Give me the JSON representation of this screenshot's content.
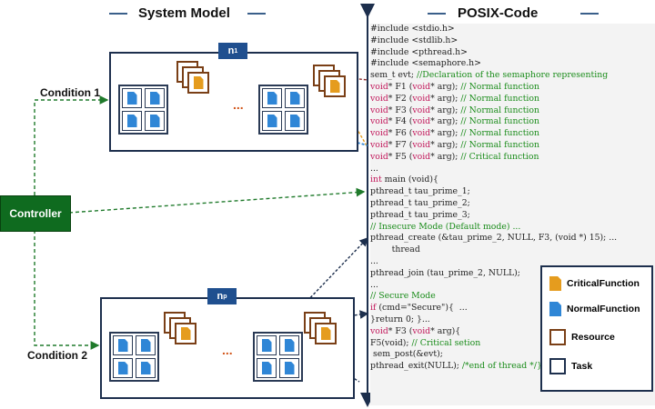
{
  "headers": {
    "system_model": "System Model",
    "posix_code": "POSIX-Code"
  },
  "conditions": {
    "c1": "Condition 1",
    "c2": "Condition 2"
  },
  "controller": "Controller",
  "nodes": [
    {
      "main": "n",
      "sub": "1"
    },
    {
      "main": "n",
      "sub": "p"
    }
  ],
  "ellipsis": "...",
  "code_lines": [
    {
      "kind": "plain",
      "text": "#include <stdio.h>"
    },
    {
      "kind": "plain",
      "text": "#include <stdlib.h>"
    },
    {
      "kind": "plain",
      "text": "#include <pthread.h>"
    },
    {
      "kind": "plain",
      "text": "#include <semaphore.h>"
    },
    {
      "kind": "mixed",
      "code": "sem_t evt; ",
      "comment": "//Declaration of the semaphore representing"
    },
    {
      "kind": "fn",
      "kw": "void",
      "code": "* F1 (",
      "kw2": "void",
      "code2": "* arg); ",
      "comment": "// Normal function"
    },
    {
      "kind": "fn",
      "kw": "void",
      "code": "* F2 (",
      "kw2": "void",
      "code2": "* arg); ",
      "comment": "// Normal function"
    },
    {
      "kind": "fn",
      "kw": "void",
      "code": "* F3 (",
      "kw2": "void",
      "code2": "* arg); ",
      "comment": "// Normal function"
    },
    {
      "kind": "fn",
      "kw": "void",
      "code": "* F4 (",
      "kw2": "void",
      "code2": "* arg); ",
      "comment": "// Normal function"
    },
    {
      "kind": "fn",
      "kw": "void",
      "code": "* F6 (",
      "kw2": "void",
      "code2": "* arg); ",
      "comment": "// Normal function"
    },
    {
      "kind": "fn",
      "kw": "void",
      "code": "* F7 (",
      "kw2": "void",
      "code2": "* arg); ",
      "comment": "// Normal function"
    },
    {
      "kind": "fn",
      "kw": "void",
      "code": "* F5 (",
      "kw2": "void",
      "code2": "* arg); ",
      "comment": "// Critical function"
    },
    {
      "kind": "plain",
      "text": "..."
    },
    {
      "kind": "main",
      "kw": "int",
      "code": " main (void){"
    },
    {
      "kind": "plain",
      "text": "pthread_t tau_prime_1;"
    },
    {
      "kind": "plain",
      "text": "pthread_t tau_prime_2;"
    },
    {
      "kind": "plain",
      "text": "pthread_t tau_prime_3;"
    },
    {
      "kind": "comment",
      "text": "// Insecure Mode (Default mode) ..."
    },
    {
      "kind": "plain",
      "text": "pthread_create (&tau_prime_2, NULL, F3, (void *) 15); ..."
    },
    {
      "kind": "plain",
      "text": "        thread"
    },
    {
      "kind": "plain",
      "text": "..."
    },
    {
      "kind": "plain",
      "text": "pthread_join (tau_prime_2, NULL);"
    },
    {
      "kind": "plain",
      "text": "..."
    },
    {
      "kind": "comment",
      "text": "// Secure Mode"
    },
    {
      "kind": "ifline",
      "kw": "if",
      "code": " (cmd=\"Secure\"){  ..."
    },
    {
      "kind": "ret",
      "text": "}return 0; }..."
    },
    {
      "kind": "fn2",
      "kw": "void",
      "code": "* F3 (",
      "kw2": "void",
      "code2": "* arg){"
    },
    {
      "kind": "mixed",
      "code": "F5(void); ",
      "comment": "// Critical setion"
    },
    {
      "kind": "plain",
      "text": " sem_post(&evt);"
    },
    {
      "kind": "mixed",
      "code": "pthread_exit(NULL); ",
      "comment": "/*end of thread */}"
    }
  ],
  "legend": {
    "critical": "CriticalFunction",
    "normal": "NormalFunction",
    "resource": "Resource",
    "task": "Task"
  }
}
